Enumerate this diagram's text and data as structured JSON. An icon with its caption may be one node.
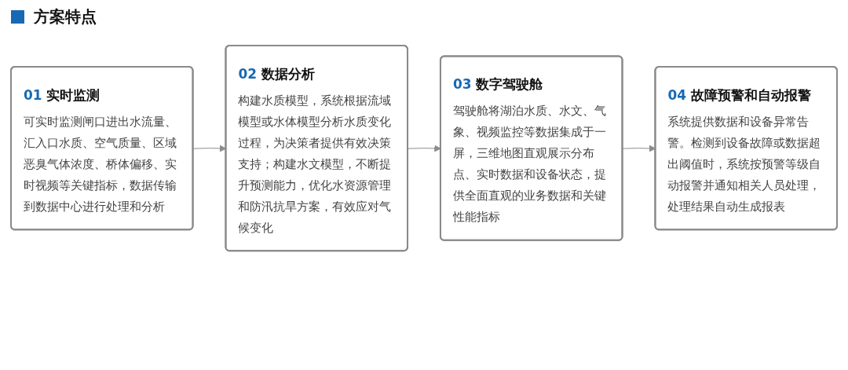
{
  "diagram": {
    "title": "方案特点",
    "nodes": [
      {
        "text": [
          "01 实时监测",
          "可实时监测闸口进出水流量、汇入口水质、空气质量、区域恶臭气体浓度、桥体偏移、实时视频等关键指标，数据传输到数据中心进行处理和分析"
        ]
      },
      {
        "text": [
          "04 故障预警和自动报警",
          "系统提供数据和设备异常告警。检测到设备故障或数据超出阈值时，系统按预警等级自动报警并通知相关人员处理，处理结果自动生成报表"
        ]
      },
      {
        "text": [
          "02 数据分析",
          "构建水质模型，系统根据流域模型或水体模型分析水质变化过程，为决策者提供有效决策支持；构建水文模型，不断提升预测能力，优化水资源管理和防汛抗旱方案，有效应对气候变化"
        ]
      },
      {
        "text": [
          "03 数字驾驶舱",
          "驾驶舱将湖泊水质、水文、气象、视频监控等数据集成于一屏，三维地图直观展示分布点、实时数据和设备状态，提供全面直观的业务数据和关键性能指标"
        ]
      }
    ],
    "edges": [
      {
        "from": 0,
        "to": 2,
        "arrow": "to"
      },
      {
        "from": 2,
        "to": 3,
        "arrow": "to"
      },
      {
        "from": 3,
        "to": 1,
        "arrow": "to"
      }
    ]
  }
}
